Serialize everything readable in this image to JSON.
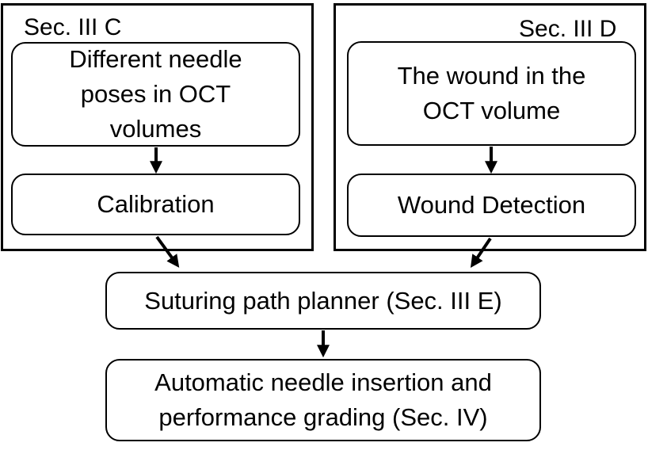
{
  "left_section": {
    "label": "Sec. III C",
    "top_box": [
      "Different needle",
      "poses in OCT",
      "volumes"
    ],
    "bottom_box": "Calibration"
  },
  "right_section": {
    "label": "Sec. III D",
    "top_box": [
      "The wound in the",
      "OCT volume"
    ],
    "bottom_box": "Wound Detection"
  },
  "planner_box": "Suturing path planner (Sec. III E)",
  "final_box": [
    "Automatic needle insertion and",
    "performance grading (Sec. IV)"
  ]
}
